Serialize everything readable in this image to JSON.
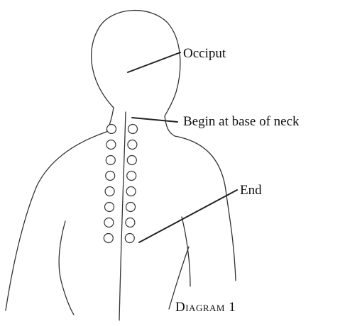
{
  "labels": {
    "occiput": "Occiput",
    "begin": "Begin at base of neck",
    "end": "End"
  },
  "caption": "Diagram 1",
  "dots": {
    "columns": 2,
    "rows": 8
  },
  "colors": {
    "line": "#333333",
    "text": "#111111",
    "background": "#ffffff"
  }
}
